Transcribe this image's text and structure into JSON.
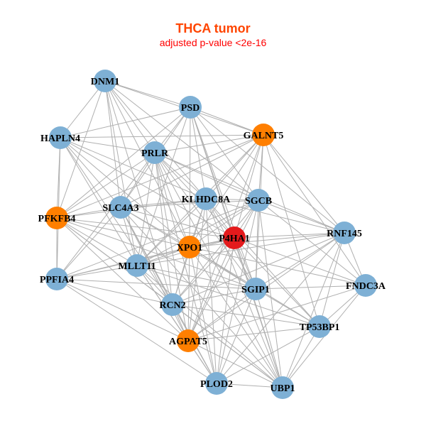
{
  "title": "THCA tumor",
  "subtitle": "adjusted p-value <2e-16",
  "colors": {
    "title": "#ff4500",
    "subtitle": "#ff0000",
    "blue": "#7eb0d5",
    "orange": "#ff7f00",
    "red": "#e41a1c",
    "edge": "#b0b0b0"
  },
  "nodes": [
    {
      "id": "DNM1",
      "group": "blue"
    },
    {
      "id": "PSD",
      "group": "blue"
    },
    {
      "id": "HAPLN4",
      "group": "blue"
    },
    {
      "id": "GALNT5",
      "group": "orange"
    },
    {
      "id": "PRLR",
      "group": "blue"
    },
    {
      "id": "KLHDC8A",
      "group": "blue"
    },
    {
      "id": "SGCB",
      "group": "blue"
    },
    {
      "id": "SLC4A3",
      "group": "blue"
    },
    {
      "id": "PFKFB4",
      "group": "orange"
    },
    {
      "id": "RNF145",
      "group": "blue"
    },
    {
      "id": "P4HA1",
      "group": "red"
    },
    {
      "id": "XPO1",
      "group": "orange"
    },
    {
      "id": "MLLT11",
      "group": "blue"
    },
    {
      "id": "PPFIA4",
      "group": "blue"
    },
    {
      "id": "FNDC3A",
      "group": "blue"
    },
    {
      "id": "SGIP1",
      "group": "blue"
    },
    {
      "id": "RCN2",
      "group": "blue"
    },
    {
      "id": "TP53BP1",
      "group": "blue"
    },
    {
      "id": "AGPAT5",
      "group": "orange"
    },
    {
      "id": "PLOD2",
      "group": "blue"
    },
    {
      "id": "UBP1",
      "group": "blue"
    }
  ],
  "edges": [
    [
      "DNM1",
      "PSD"
    ],
    [
      "DNM1",
      "HAPLN4"
    ],
    [
      "DNM1",
      "GALNT5"
    ],
    [
      "DNM1",
      "PRLR"
    ],
    [
      "DNM1",
      "KLHDC8A"
    ],
    [
      "DNM1",
      "SLC4A3"
    ],
    [
      "DNM1",
      "PFKFB4"
    ],
    [
      "DNM1",
      "MLLT11"
    ],
    [
      "DNM1",
      "XPO1"
    ],
    [
      "DNM1",
      "SGCB"
    ],
    [
      "DNM1",
      "RCN2"
    ],
    [
      "PSD",
      "HAPLN4"
    ],
    [
      "PSD",
      "GALNT5"
    ],
    [
      "PSD",
      "PRLR"
    ],
    [
      "PSD",
      "KLHDC8A"
    ],
    [
      "PSD",
      "SGCB"
    ],
    [
      "PSD",
      "SLC4A3"
    ],
    [
      "PSD",
      "P4HA1"
    ],
    [
      "PSD",
      "XPO1"
    ],
    [
      "PSD",
      "SGIP1"
    ],
    [
      "PSD",
      "RNF145"
    ],
    [
      "PSD",
      "PFKFB4"
    ],
    [
      "PSD",
      "UBP1"
    ],
    [
      "PSD",
      "MLLT11"
    ],
    [
      "HAPLN4",
      "GALNT5"
    ],
    [
      "HAPLN4",
      "PRLR"
    ],
    [
      "HAPLN4",
      "SLC4A3"
    ],
    [
      "HAPLN4",
      "PFKFB4"
    ],
    [
      "HAPLN4",
      "KLHDC8A"
    ],
    [
      "HAPLN4",
      "PPFIA4"
    ],
    [
      "HAPLN4",
      "MLLT11"
    ],
    [
      "HAPLN4",
      "P4HA1"
    ],
    [
      "HAPLN4",
      "RCN2"
    ],
    [
      "HAPLN4",
      "XPO1"
    ],
    [
      "GALNT5",
      "PRLR"
    ],
    [
      "GALNT5",
      "KLHDC8A"
    ],
    [
      "GALNT5",
      "SGCB"
    ],
    [
      "GALNT5",
      "SLC4A3"
    ],
    [
      "GALNT5",
      "PFKFB4"
    ],
    [
      "GALNT5",
      "P4HA1"
    ],
    [
      "GALNT5",
      "XPO1"
    ],
    [
      "GALNT5",
      "RNF145"
    ],
    [
      "GALNT5",
      "FNDC3A"
    ],
    [
      "GALNT5",
      "SGIP1"
    ],
    [
      "GALNT5",
      "MLLT11"
    ],
    [
      "GALNT5",
      "AGPAT5"
    ],
    [
      "GALNT5",
      "TP53BP1"
    ],
    [
      "PRLR",
      "KLHDC8A"
    ],
    [
      "PRLR",
      "SGCB"
    ],
    [
      "PRLR",
      "SLC4A3"
    ],
    [
      "PRLR",
      "PFKFB4"
    ],
    [
      "PRLR",
      "P4HA1"
    ],
    [
      "PRLR",
      "XPO1"
    ],
    [
      "PRLR",
      "MLLT11"
    ],
    [
      "PRLR",
      "PPFIA4"
    ],
    [
      "PRLR",
      "RCN2"
    ],
    [
      "PRLR",
      "SGIP1"
    ],
    [
      "PRLR",
      "AGPAT5"
    ],
    [
      "PRLR",
      "PLOD2"
    ],
    [
      "PRLR",
      "UBP1"
    ],
    [
      "PRLR",
      "RNF145"
    ],
    [
      "KLHDC8A",
      "SGCB"
    ],
    [
      "KLHDC8A",
      "SLC4A3"
    ],
    [
      "KLHDC8A",
      "PFKFB4"
    ],
    [
      "KLHDC8A",
      "P4HA1"
    ],
    [
      "KLHDC8A",
      "XPO1"
    ],
    [
      "KLHDC8A",
      "MLLT11"
    ],
    [
      "KLHDC8A",
      "RCN2"
    ],
    [
      "KLHDC8A",
      "SGIP1"
    ],
    [
      "KLHDC8A",
      "TP53BP1"
    ],
    [
      "KLHDC8A",
      "AGPAT5"
    ],
    [
      "KLHDC8A",
      "PLOD2"
    ],
    [
      "KLHDC8A",
      "UBP1"
    ],
    [
      "KLHDC8A",
      "RNF145"
    ],
    [
      "SGCB",
      "SLC4A3"
    ],
    [
      "SGCB",
      "P4HA1"
    ],
    [
      "SGCB",
      "XPO1"
    ],
    [
      "SGCB",
      "RNF145"
    ],
    [
      "SGCB",
      "FNDC3A"
    ],
    [
      "SGCB",
      "SGIP1"
    ],
    [
      "SGCB",
      "MLLT11"
    ],
    [
      "SGCB",
      "RCN2"
    ],
    [
      "SGCB",
      "AGPAT5"
    ],
    [
      "SGCB",
      "PLOD2"
    ],
    [
      "SGCB",
      "UBP1"
    ],
    [
      "SGCB",
      "PPFIA4"
    ],
    [
      "SLC4A3",
      "PFKFB4"
    ],
    [
      "SLC4A3",
      "XPO1"
    ],
    [
      "SLC4A3",
      "MLLT11"
    ],
    [
      "SLC4A3",
      "PPFIA4"
    ],
    [
      "SLC4A3",
      "RCN2"
    ],
    [
      "SLC4A3",
      "AGPAT5"
    ],
    [
      "SLC4A3",
      "PLOD2"
    ],
    [
      "SLC4A3",
      "P4HA1"
    ],
    [
      "SLC4A3",
      "SGIP1"
    ],
    [
      "SLC4A3",
      "UBP1"
    ],
    [
      "PFKFB4",
      "PPFIA4"
    ],
    [
      "PFKFB4",
      "MLLT11"
    ],
    [
      "PFKFB4",
      "XPO1"
    ],
    [
      "PFKFB4",
      "RCN2"
    ],
    [
      "PFKFB4",
      "P4HA1"
    ],
    [
      "PFKFB4",
      "AGPAT5"
    ],
    [
      "PFKFB4",
      "SGIP1"
    ],
    [
      "PFKFB4",
      "UBP1"
    ],
    [
      "RNF145",
      "P4HA1"
    ],
    [
      "RNF145",
      "XPO1"
    ],
    [
      "RNF145",
      "FNDC3A"
    ],
    [
      "RNF145",
      "SGIP1"
    ],
    [
      "RNF145",
      "TP53BP1"
    ],
    [
      "RNF145",
      "MLLT11"
    ],
    [
      "RNF145",
      "AGPAT5"
    ],
    [
      "RNF145",
      "PLOD2"
    ],
    [
      "RNF145",
      "UBP1"
    ],
    [
      "RNF145",
      "RCN2"
    ],
    [
      "P4HA1",
      "XPO1"
    ],
    [
      "P4HA1",
      "MLLT11"
    ],
    [
      "P4HA1",
      "FNDC3A"
    ],
    [
      "P4HA1",
      "SGIP1"
    ],
    [
      "P4HA1",
      "RCN2"
    ],
    [
      "P4HA1",
      "TP53BP1"
    ],
    [
      "P4HA1",
      "AGPAT5"
    ],
    [
      "P4HA1",
      "PLOD2"
    ],
    [
      "P4HA1",
      "UBP1"
    ],
    [
      "P4HA1",
      "PPFIA4"
    ],
    [
      "XPO1",
      "MLLT11"
    ],
    [
      "XPO1",
      "PPFIA4"
    ],
    [
      "XPO1",
      "FNDC3A"
    ],
    [
      "XPO1",
      "SGIP1"
    ],
    [
      "XPO1",
      "RCN2"
    ],
    [
      "XPO1",
      "TP53BP1"
    ],
    [
      "XPO1",
      "AGPAT5"
    ],
    [
      "XPO1",
      "PLOD2"
    ],
    [
      "XPO1",
      "UBP1"
    ],
    [
      "MLLT11",
      "PPFIA4"
    ],
    [
      "MLLT11",
      "SGIP1"
    ],
    [
      "MLLT11",
      "RCN2"
    ],
    [
      "MLLT11",
      "AGPAT5"
    ],
    [
      "MLLT11",
      "PLOD2"
    ],
    [
      "MLLT11",
      "UBP1"
    ],
    [
      "MLLT11",
      "TP53BP1"
    ],
    [
      "PPFIA4",
      "RCN2"
    ],
    [
      "PPFIA4",
      "AGPAT5"
    ],
    [
      "PPFIA4",
      "SGIP1"
    ],
    [
      "PPFIA4",
      "PLOD2"
    ],
    [
      "FNDC3A",
      "SGIP1"
    ],
    [
      "FNDC3A",
      "TP53BP1"
    ],
    [
      "FNDC3A",
      "UBP1"
    ],
    [
      "FNDC3A",
      "AGPAT5"
    ],
    [
      "SGIP1",
      "RCN2"
    ],
    [
      "SGIP1",
      "TP53BP1"
    ],
    [
      "SGIP1",
      "AGPAT5"
    ],
    [
      "SGIP1",
      "PLOD2"
    ],
    [
      "SGIP1",
      "UBP1"
    ],
    [
      "RCN2",
      "AGPAT5"
    ],
    [
      "RCN2",
      "PLOD2"
    ],
    [
      "RCN2",
      "UBP1"
    ],
    [
      "RCN2",
      "TP53BP1"
    ],
    [
      "TP53BP1",
      "AGPAT5"
    ],
    [
      "TP53BP1",
      "PLOD2"
    ],
    [
      "TP53BP1",
      "UBP1"
    ],
    [
      "AGPAT5",
      "PLOD2"
    ],
    [
      "AGPAT5",
      "UBP1"
    ],
    [
      "PLOD2",
      "UBP1"
    ]
  ]
}
